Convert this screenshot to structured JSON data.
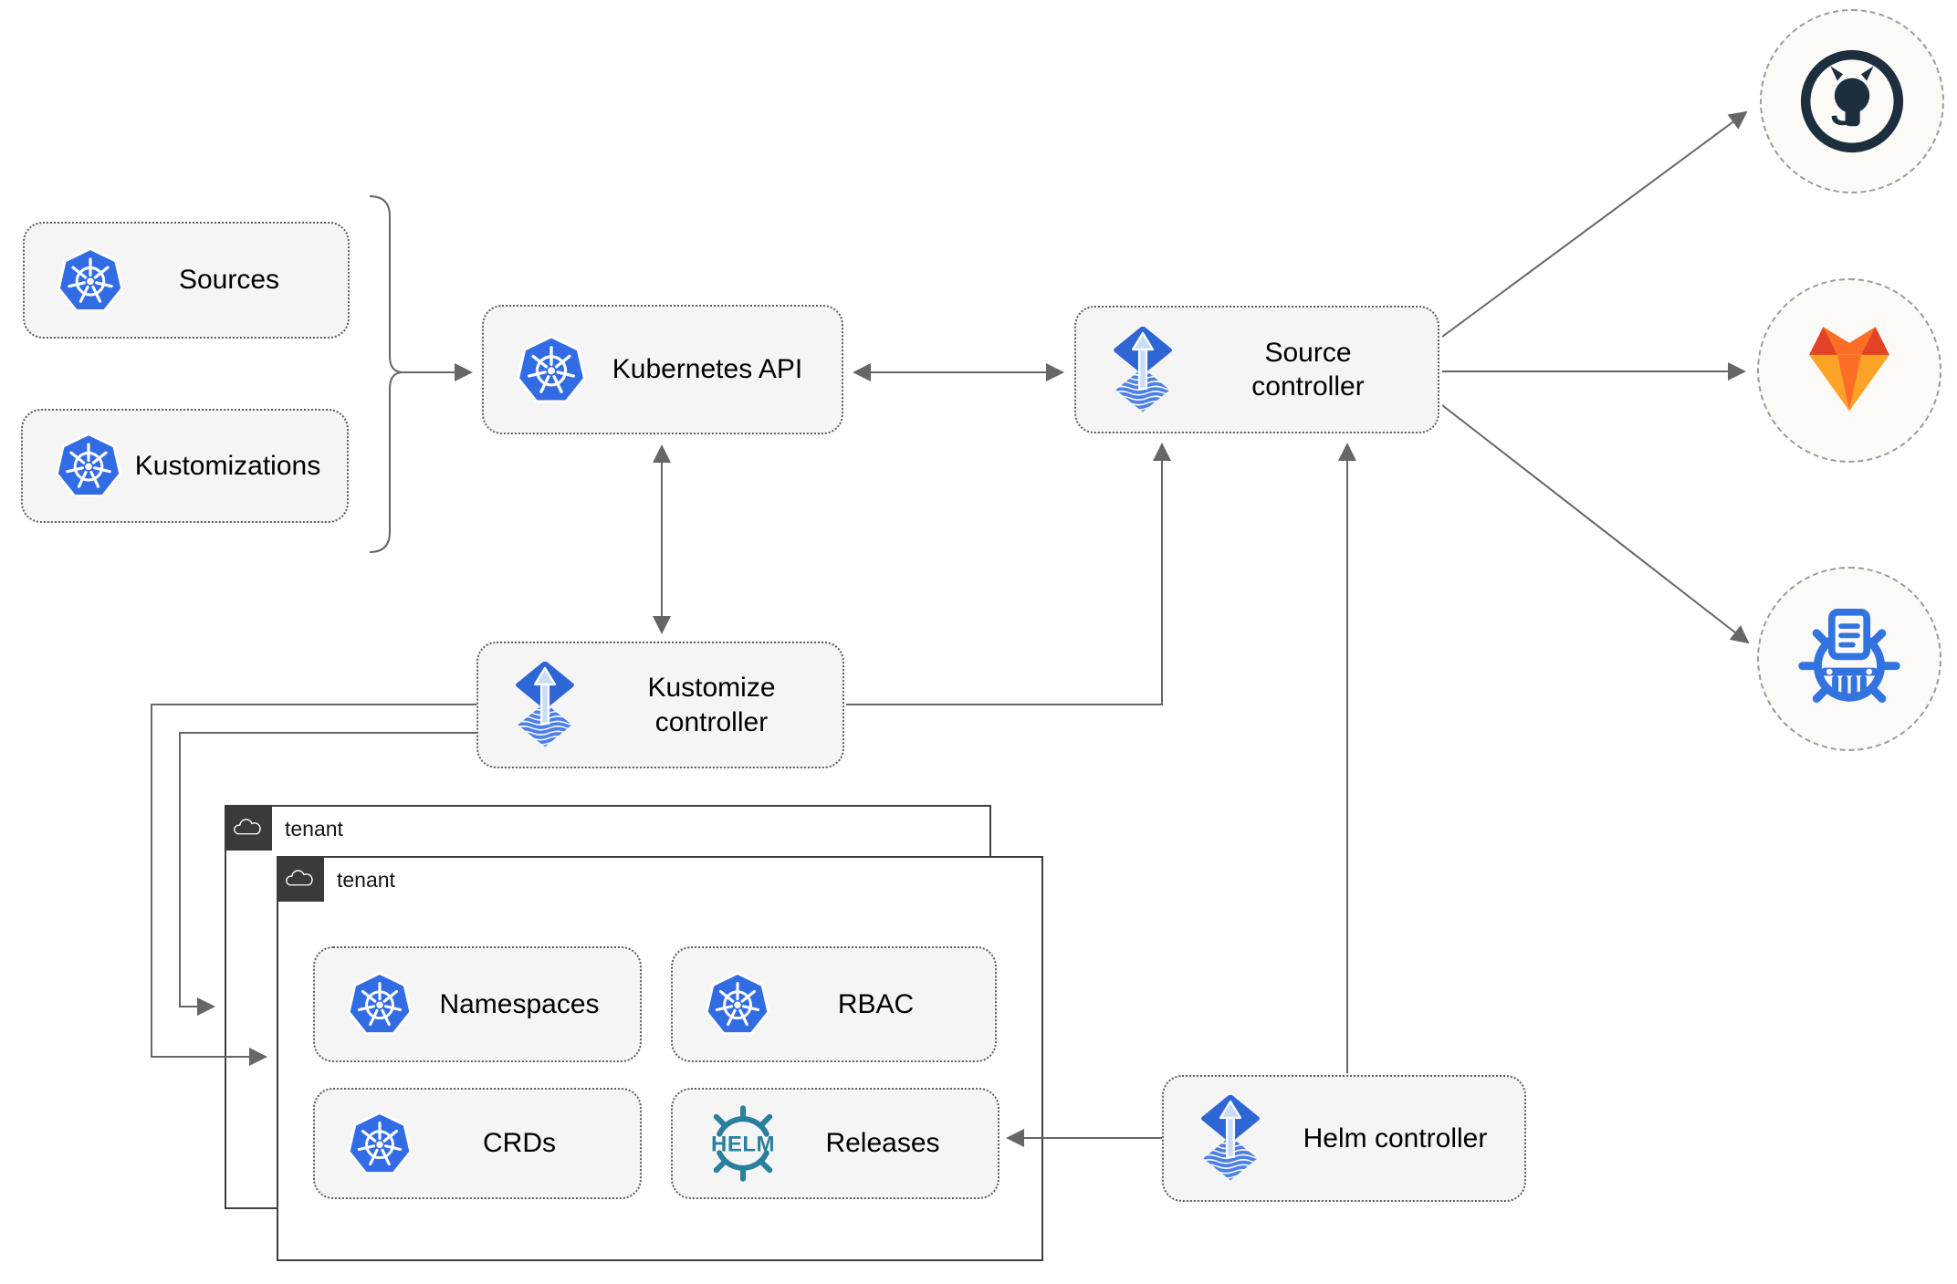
{
  "diagram": {
    "nodes": {
      "sources": {
        "label": "Sources",
        "icon": "kubernetes-icon"
      },
      "kustomizations": {
        "label": "Kustomizations",
        "icon": "kubernetes-icon"
      },
      "kubernetes_api": {
        "label": "Kubernetes API",
        "icon": "kubernetes-icon"
      },
      "source_controller": {
        "label": "Source controller",
        "icon": "flux-icon"
      },
      "kustomize_controller": {
        "label": "Kustomize controller",
        "icon": "flux-icon"
      },
      "helm_controller": {
        "label": "Helm controller",
        "icon": "flux-icon"
      },
      "namespaces": {
        "label": "Namespaces",
        "icon": "kubernetes-icon"
      },
      "rbac": {
        "label": "RBAC",
        "icon": "kubernetes-icon"
      },
      "crds": {
        "label": "CRDs",
        "icon": "kubernetes-icon"
      },
      "releases": {
        "label": "Releases",
        "icon": "helm-icon"
      }
    },
    "groups": {
      "tenant_outer": {
        "label": "tenant",
        "icon": "cloud-icon"
      },
      "tenant_inner": {
        "label": "tenant",
        "icon": "cloud-icon"
      }
    },
    "endpoints": {
      "github": {
        "icon": "github-icon"
      },
      "gitlab": {
        "icon": "gitlab-icon"
      },
      "chartmuseum": {
        "icon": "chartmuseum-icon"
      }
    },
    "icons": {
      "helm_text": "HELM"
    },
    "colors": {
      "kubernetes_blue": "#326CE5",
      "flux_blue": "#2F66D6",
      "helm_teal": "#2B7F9E",
      "github_dark": "#1D2E3E",
      "gitlab_red": "#E24329",
      "gitlab_orange": "#FC6D26",
      "gitlab_yellow": "#FCA326",
      "chartmuseum_blue": "#3273E0",
      "connector_gray": "#666666",
      "node_fill": "#F5F5F5",
      "node_border": "#5E5E5E",
      "tenant_border": "#3F3F3F",
      "tenant_header_bg": "#3A3A3A",
      "endpoint_fill": "#FBFAF7",
      "endpoint_border": "#9B9B9B"
    }
  }
}
